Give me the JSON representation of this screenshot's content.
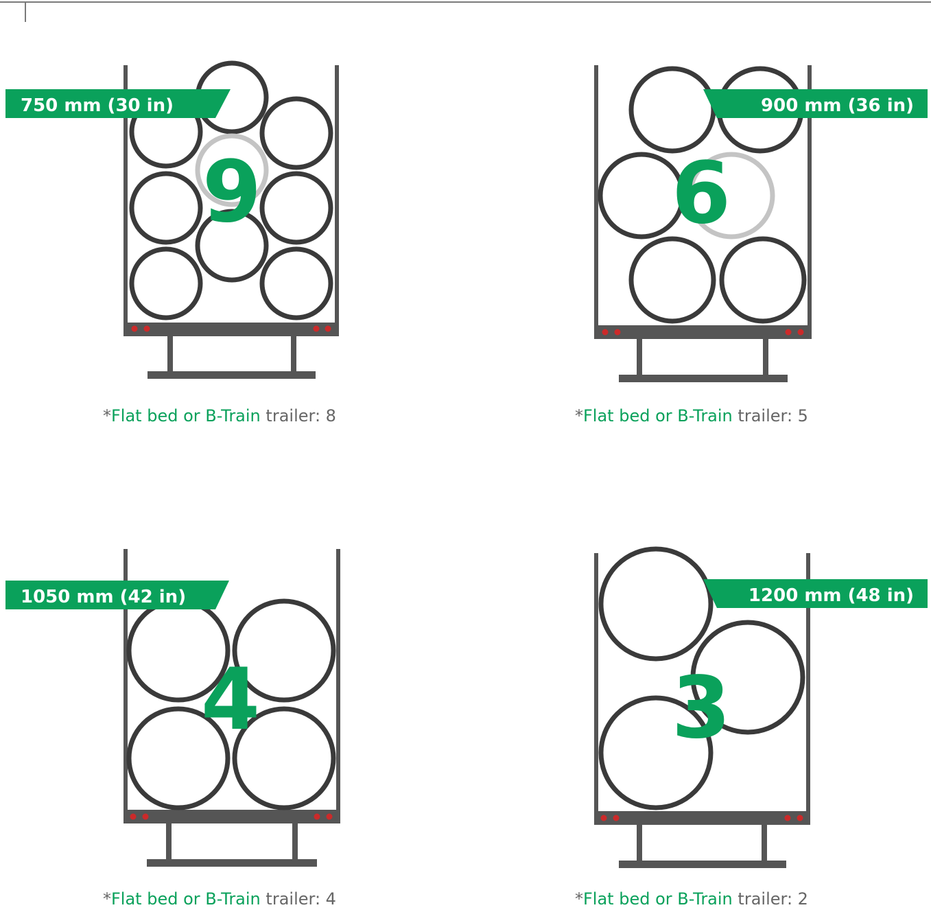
{
  "colors": {
    "accent": "#0aa15b",
    "frame": "#555555",
    "pipe_dark": "#3a3a3a",
    "pipe_light": "#c4c4c4",
    "light_red": "#cc2a2a"
  },
  "panels": [
    {
      "size_label": "750 mm (30 in)",
      "count": "9",
      "caption_prefix": "*",
      "caption_green": "Flat bed or B-Train",
      "caption_rest": " trailer: 8"
    },
    {
      "size_label": "900 mm (36 in)",
      "count": "6",
      "caption_prefix": "*",
      "caption_green": "Flat bed or B-Train",
      "caption_rest": " trailer: 5"
    },
    {
      "size_label": "1050 mm (42 in)",
      "count": "4",
      "caption_prefix": "*",
      "caption_green": "Flat bed or B-Train",
      "caption_rest": " trailer: 4"
    },
    {
      "size_label": "1200 mm (48 in)",
      "count": "3",
      "caption_prefix": "*",
      "caption_green": "Flat bed or B-Train",
      "caption_rest": " trailer: 2"
    }
  ]
}
